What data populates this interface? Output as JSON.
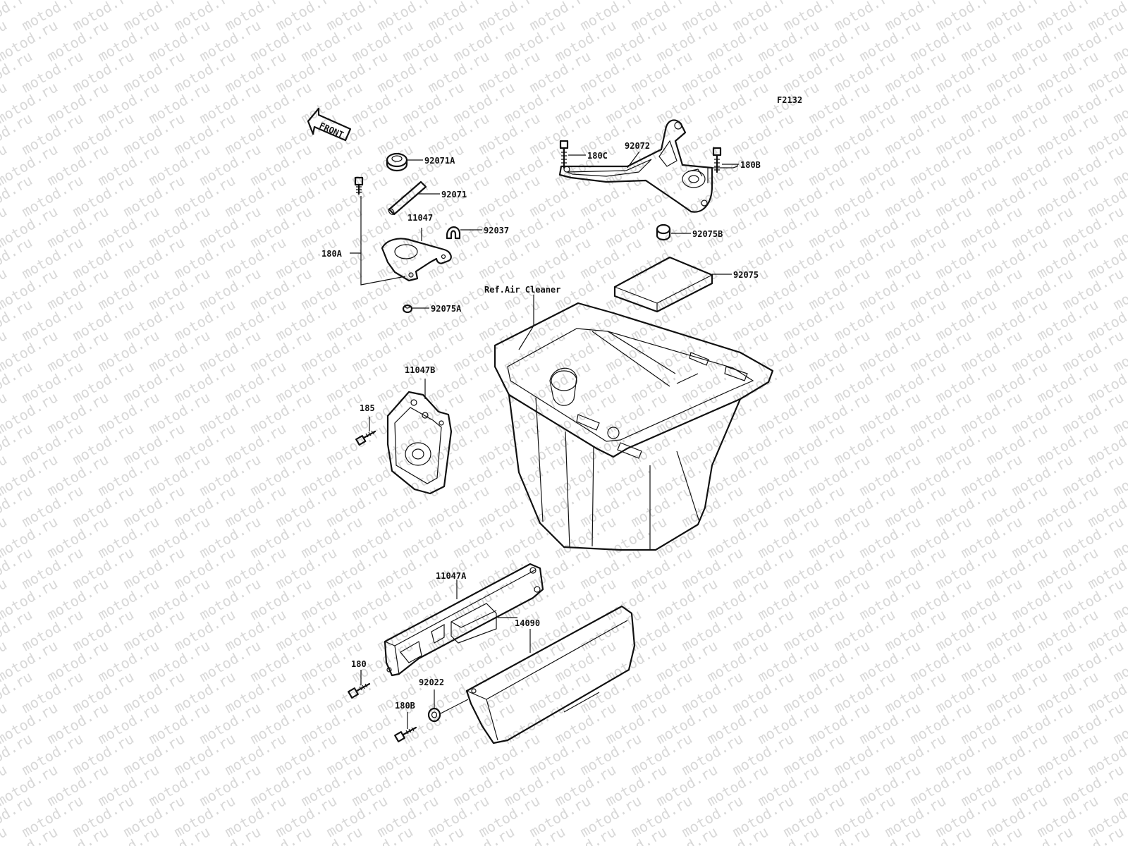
{
  "diagram": {
    "figure_code": "F2132",
    "watermark": "motod.ru",
    "front_arrow": "FRONT",
    "reference_label": "Ref.Air Cleaner",
    "callouts": [
      "92071A",
      "92071",
      "11047",
      "92037",
      "180A",
      "92075A",
      "180C",
      "92072",
      "180B",
      "92075B",
      "92075",
      "11047B",
      "185",
      "11047A",
      "14090",
      "180",
      "92022",
      "180B"
    ],
    "icons": [
      "front-arrow-icon"
    ],
    "colors": {
      "line": "#111111",
      "background": "#ffffff",
      "watermark": "#d8d8d8"
    }
  }
}
